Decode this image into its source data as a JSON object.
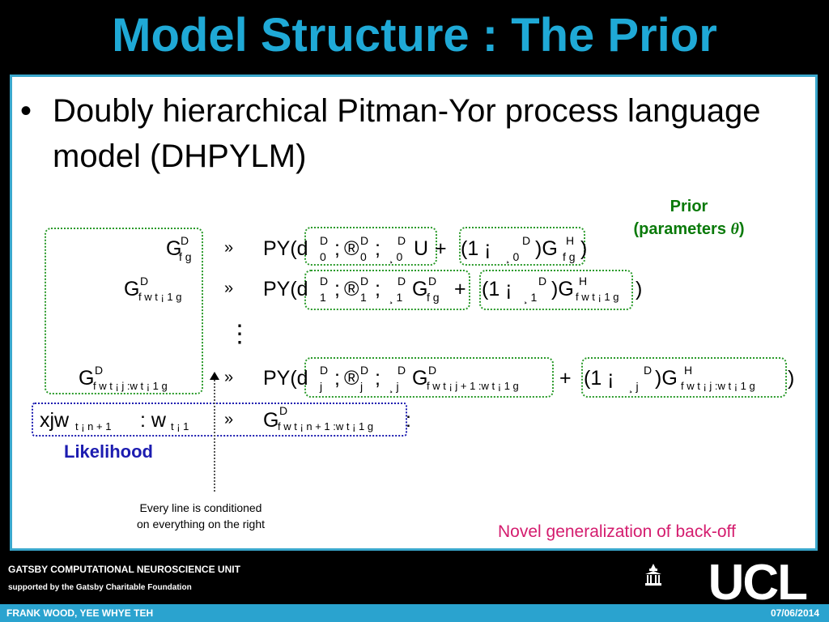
{
  "slide": {
    "title": "Model Structure : The Prior",
    "bullet_symbol": "•",
    "bullet_text": "Doubly hierarchical Pitman-Yor process language model (DHPYLM)",
    "prior_label_line1": "Prior",
    "prior_label_line2": "(parameters ",
    "prior_label_theta": "θ",
    "prior_label_close": ")",
    "likelihood_label": "Likelihood",
    "note_line1": "Every line is conditioned",
    "note_line2": "on everything on the right",
    "novel_text": "Novel generalization of back-off"
  },
  "equations": {
    "row1": {
      "lhs": "G",
      "lhs_sup": "D",
      "lhs_sub": "f g",
      "sim": "»",
      "rhs_py": "PY(d",
      "d_sup": "D",
      "d_sub": "0",
      "semi1": ";",
      "alpha": "®",
      "a_sup": "D",
      "a_sub": "0",
      "semi2": ";",
      "lam_sup": "D",
      "lam_sub": "¸ 0",
      "base": "U",
      "plus": "+",
      "mix_open": "(1 ¡",
      "mix_sup": "D",
      "mix_sub": "¸ 0",
      "mix_close": ")G",
      "g_sup": "H",
      "g_sub": "f g",
      "end": ")"
    },
    "row2": {
      "lhs": "G",
      "lhs_sup": "D",
      "lhs_sub": "f w t ¡ 1 g",
      "sim": "»",
      "rhs_py": "PY(d",
      "d_sup": "D",
      "d_sub": "1",
      "semi1": ";",
      "alpha": "®",
      "a_sup": "D",
      "a_sub": "1",
      "semi2": ";",
      "lam_sup": "D",
      "lam_sub": "¸ 1",
      "base": "G",
      "base_sup": "D",
      "base_sub": "f g",
      "plus": "+",
      "mix_open": "(1 ¡",
      "mix_sup": "D",
      "mix_sub": "¸ 1",
      "mix_close": ")G",
      "g_sup": "H",
      "g_sub": "f w t ¡ 1 g",
      "end": ")"
    },
    "vdots": "⋮",
    "row3": {
      "lhs": "G",
      "lhs_sup": "D",
      "lhs_sub": "f w t ¡ j :w t ¡ 1 g",
      "sim": "»",
      "rhs_py": "PY(d",
      "d_sup": "D",
      "d_sub": "j",
      "semi1": ";",
      "alpha": "®",
      "a_sup": "D",
      "a_sub": "j",
      "semi2": ";",
      "lam_sup": "D",
      "lam_sub": "¸ j",
      "base": "G",
      "base_sup": "D",
      "base_sub": "f w t ¡ j + 1 :w t ¡ 1 g",
      "plus": "+",
      "mix_open": "(1 ¡",
      "mix_sup": "D",
      "mix_sub": "¸ j",
      "mix_close": ")G",
      "g_sup": "H",
      "g_sub": "f w t ¡ j :w t ¡ 1 g",
      "end": ")"
    },
    "row4": {
      "lhs": "xjw",
      "lhs_sub1": "t ¡ n + 1",
      "colon": ": w",
      "lhs_sub2": "t ¡ 1",
      "sim": "»",
      "rhs": "G",
      "rhs_sup": "D",
      "rhs_sub": "f w t ¡ n + 1 :w t ¡ 1 g",
      "end": ":"
    }
  },
  "footer": {
    "unit": "GATSBY COMPUTATIONAL NEUROSCIENCE UNIT",
    "support": "supported by the Gatsby Charitable Foundation",
    "logo_text": "UCL",
    "authors": "FRANK WOOD, YEE WHYE TEH",
    "date": "07/06/2014"
  },
  "colors": {
    "title": "#1fa9d6",
    "frame": "#3aa7cc",
    "prior": "#0a7a0a",
    "likelihood": "#1c1cb0",
    "novel": "#d41c6e",
    "footer_bar": "#2aa3cf"
  }
}
